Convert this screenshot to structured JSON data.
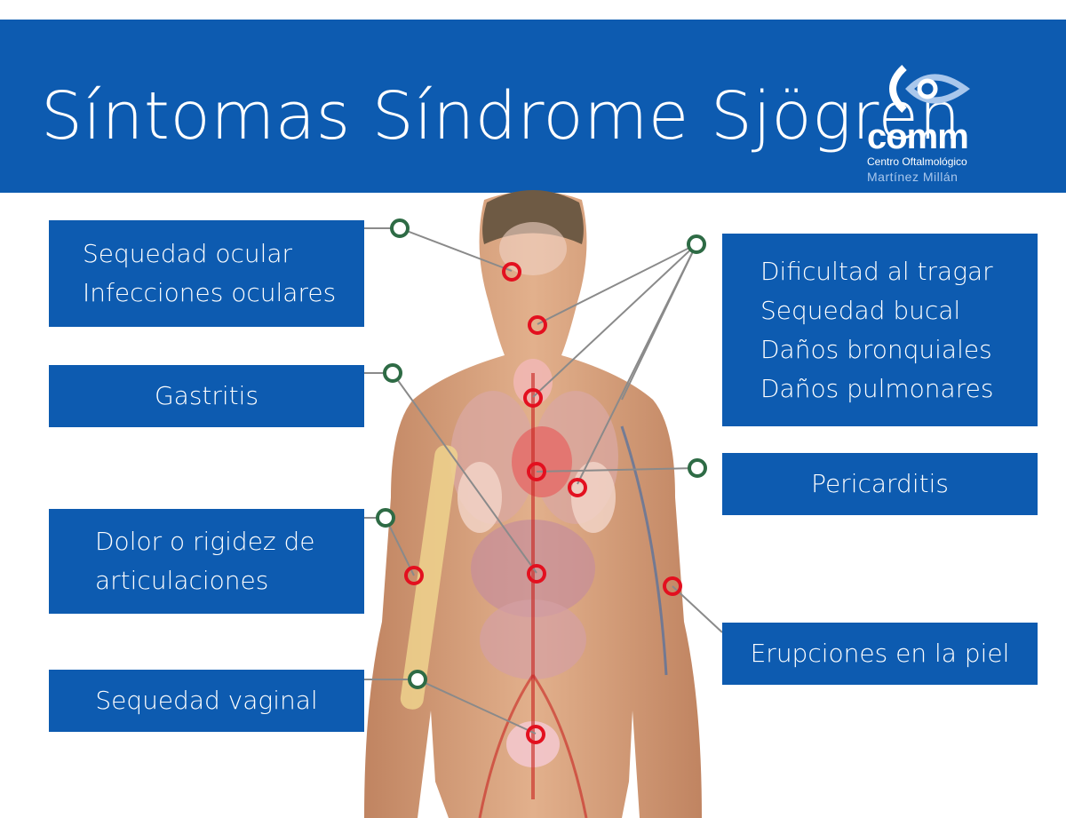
{
  "header": {
    "title": "Síntomas Síndrome Sjögren",
    "background": "#0d5bb0"
  },
  "logo": {
    "name": "comm",
    "subtitle": "Centro Oftalmológico",
    "clinic": "Martínez Millán"
  },
  "left_boxes": {
    "eyes": [
      "Sequedad ocular",
      "Infecciones oculares"
    ],
    "stomach": "Gastritis",
    "joints": [
      "Dolor o rigidez de",
      "articulaciones"
    ],
    "vaginal": "Sequedad vaginal"
  },
  "right_boxes": {
    "throat": [
      "Dificultad al tragar",
      "Sequedad bucal",
      "Daños bronquiales",
      "Daños pulmonares"
    ],
    "heart": "Pericarditis",
    "skin": "Erupciones en la piel"
  },
  "colors": {
    "box": "#0d5bb0",
    "marker": "#e3101f",
    "connector": "#2e6b45",
    "skin": "#d39b73"
  }
}
